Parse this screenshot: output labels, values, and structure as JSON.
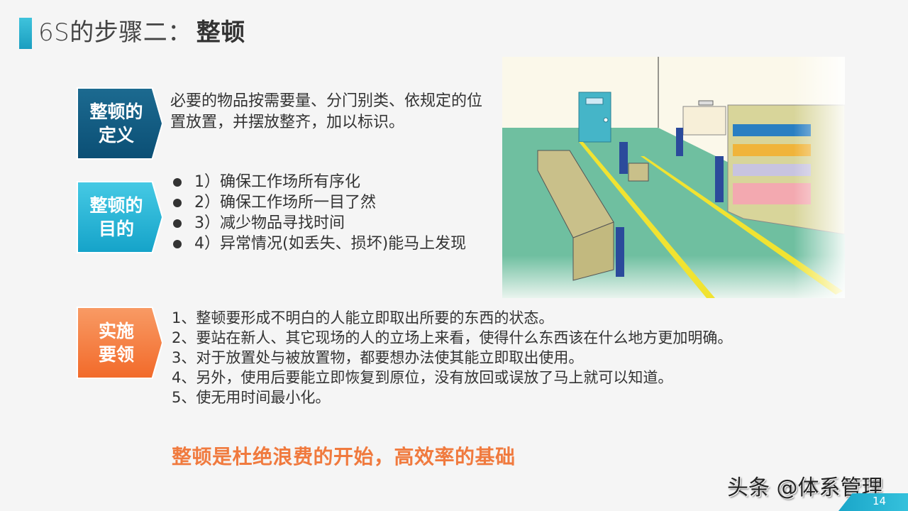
{
  "header": {
    "title_prefix": "6S的步骤二：",
    "title_highlight": "整顿"
  },
  "sections": {
    "definition": {
      "tag": "整顿的\n定义",
      "tag_line1": "整顿的",
      "tag_line2": "定义",
      "text": "必要的物品按需要量、分门别类、依规定的位置放置，并摆放整齐，加以标识。"
    },
    "goal": {
      "tag_line1": "整顿的",
      "tag_line2": "目的",
      "items": [
        "1）确保工作场所有序化",
        "2）确保工作场所一目了然",
        "3）减少物品寻找时间",
        "4）异常情况(如丢失、损坏)能马上发现"
      ]
    },
    "implementation": {
      "tag_line1": "实施",
      "tag_line2": "要领",
      "items": [
        "1、整顿要形成不明白的人能立即取出所要的东西的状态。",
        "2、要站在新人、其它现场的人的立场上来看，使得什么东西该在什么地方更加明确。",
        "3、对于放置处与被放置物，都要想办法使其能立即取出使用。",
        "4、另外，使用后要能立即恢复到原位，没有放回或误放了马上就可以知道。",
        "5、使无用时间最小化。"
      ]
    }
  },
  "slogan": "整顿是杜绝浪费的开始，高效率的基础",
  "illustration": {
    "alt": "warehouse-workers-organizing-illustration"
  },
  "footer": {
    "watermark": "头条 @体系管理",
    "page_number": "14"
  },
  "colors": {
    "accent_cyan": "#1aa6c9",
    "dark_blue": "#0b4f75",
    "orange": "#f07a3e"
  }
}
